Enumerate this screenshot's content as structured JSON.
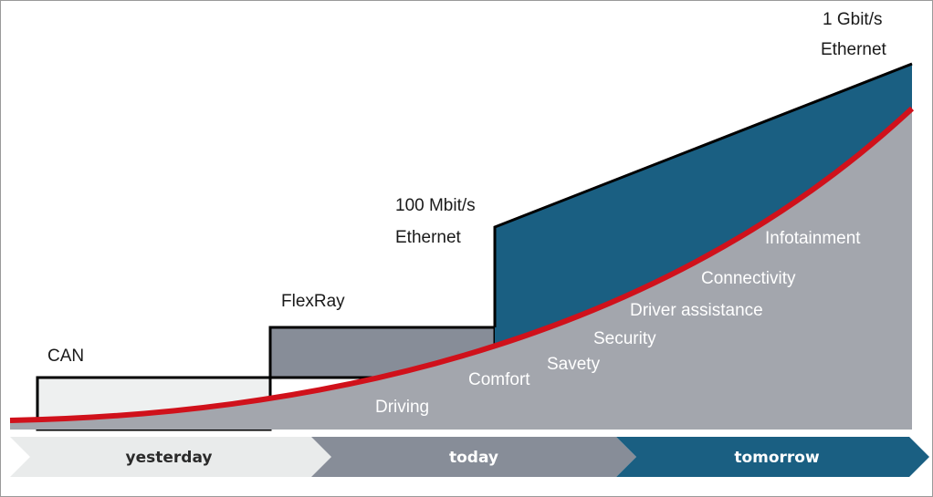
{
  "technologies": {
    "can": "CAN",
    "flexray": "FlexRay",
    "eth100_line1": "100 Mbit/s",
    "eth100_line2": "Ethernet",
    "eth1g_line1": "1 Gbit/s",
    "eth1g_line2": "Ethernet"
  },
  "applications": {
    "driving": "Driving",
    "comfort": "Comfort",
    "savety": "Savety",
    "security": "Security",
    "driver_assistance": "Driver assistance",
    "connectivity": "Connectivity",
    "infotainment": "Infotainment"
  },
  "timeline": {
    "yesterday": "yesterday",
    "today": "today",
    "tomorrow": "tomorrow"
  },
  "colors": {
    "can_fill": "#eef0f0",
    "flexray_fill": "#878d98",
    "ethernet_fill": "#1a5f82",
    "demand_fill": "#a3a6ad",
    "curve": "#d0111b",
    "arrow_yesterday": "#e9ebeb",
    "arrow_today": "#878d98",
    "arrow_tomorrow": "#1a5f82"
  }
}
